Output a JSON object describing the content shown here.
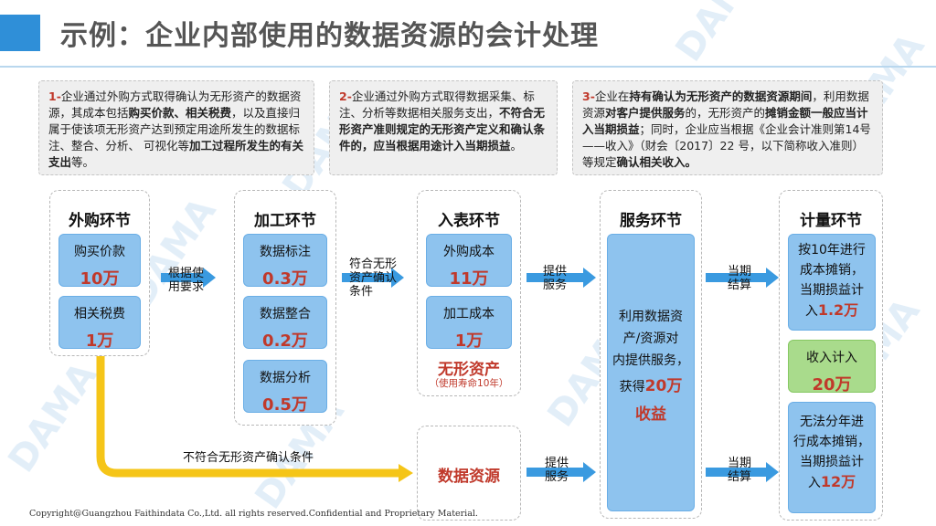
{
  "title": "示例：企业内部使用的数据资源的会计处理",
  "notes": [
    {
      "num": "1-",
      "parts": [
        {
          "t": "企业通过外购方式取得确认为无形资产的数据资源，其成本包括",
          "b": false
        },
        {
          "t": "购买价款、相关税费",
          "b": true
        },
        {
          "t": "，以及直接归属于使该项无形资产达到预定用途所发生的数据标注、整合、分析、 可视化等",
          "b": false
        },
        {
          "t": "加工过程所发生的有关支出",
          "b": true
        },
        {
          "t": "等。",
          "b": false
        }
      ]
    },
    {
      "num": "2-",
      "parts": [
        {
          "t": "企业通过外购方式取得数据采集、标注、分析等数据相关服务支出，",
          "b": false
        },
        {
          "t": "不符合无形资产准则规定",
          "b": true
        },
        {
          "t": "的无形资产定义和确认条件的，应当",
          "b": true
        },
        {
          "t": "根据用途计入当期损益",
          "b": true
        },
        {
          "t": "。",
          "b": false
        }
      ]
    },
    {
      "num": "3-",
      "parts": [
        {
          "t": "企业在",
          "b": false
        },
        {
          "t": "持有确认为无形资产的数据资源期间",
          "b": true
        },
        {
          "t": "，利用数据资源",
          "b": false
        },
        {
          "t": "对客户提供服务",
          "b": true
        },
        {
          "t": "的，无形资产的",
          "b": false
        },
        {
          "t": "摊销金额一般应当计入当期损益",
          "b": true
        },
        {
          "t": "；同时，企业应当根据《企业会计准则第14号 ——收入》（财会〔2017〕22 号，以下简称收入准则）等规定",
          "b": false
        },
        {
          "t": "确认相关收入。",
          "b": true
        }
      ]
    }
  ],
  "purchase": {
    "title": "外购环节",
    "items": [
      {
        "label": "购买价款",
        "value": "10万"
      },
      {
        "label": "相关税费",
        "value": "1万"
      }
    ]
  },
  "processing": {
    "title": "加工环节",
    "items": [
      {
        "label": "数据标注",
        "value": "0.3万"
      },
      {
        "label": "数据整合",
        "value": "0.2万"
      },
      {
        "label": "数据分析",
        "value": "0.5万"
      }
    ]
  },
  "entry": {
    "title": "入表环节",
    "items": [
      {
        "label": "外购成本",
        "value": "11万"
      },
      {
        "label": "加工成本",
        "value": "1万"
      }
    ],
    "asset_label": "无形资产",
    "asset_note": "（使用寿命10年）"
  },
  "service": {
    "title": "服务环节",
    "text1": "利用数据资",
    "text2": "产/资源对",
    "text3": "内提供服务，",
    "text4": "获得",
    "amount": "20万",
    "text5": "收益"
  },
  "measure": {
    "title": "计量环节",
    "box1": {
      "l1": "按10年进行",
      "l2": "成本摊销，",
      "l3": "当期损益计",
      "l4": "入",
      "value": "1.2万"
    },
    "box2": {
      "label": "收入计入",
      "value": "20万"
    },
    "box3": {
      "l1": "无法分年进",
      "l2": "行成本摊销，",
      "l3": "当期损益计",
      "l4": "入",
      "value": "12万"
    }
  },
  "data_resource": "数据资源",
  "arrows": {
    "a1": {
      "l1": "根据使",
      "l2": "用要求"
    },
    "a2": {
      "l1": "符合无形",
      "l2": "资产确认",
      "l3": "条件"
    },
    "a3": {
      "l1": "提供",
      "l2": "服务"
    },
    "a4": {
      "l1": "当期",
      "l2": "结算"
    },
    "a5": {
      "l1": "提供",
      "l2": "服务"
    },
    "a6": {
      "l1": "当期",
      "l2": "结算"
    },
    "not_qualified": "不符合无形资产确认条件"
  },
  "watermark": "DAMA",
  "copyright": "Copyright@Guangzhou Faithindata Co.,Ltd. all rights reserved.Confidential and Proprietary Material.",
  "colors": {
    "accent": "#2f8fd8",
    "box": "#8ec3ee",
    "arrow": "#3a9ae0",
    "yellow": "#f5c518",
    "red": "#c0392b",
    "green": "#a9db8c"
  }
}
